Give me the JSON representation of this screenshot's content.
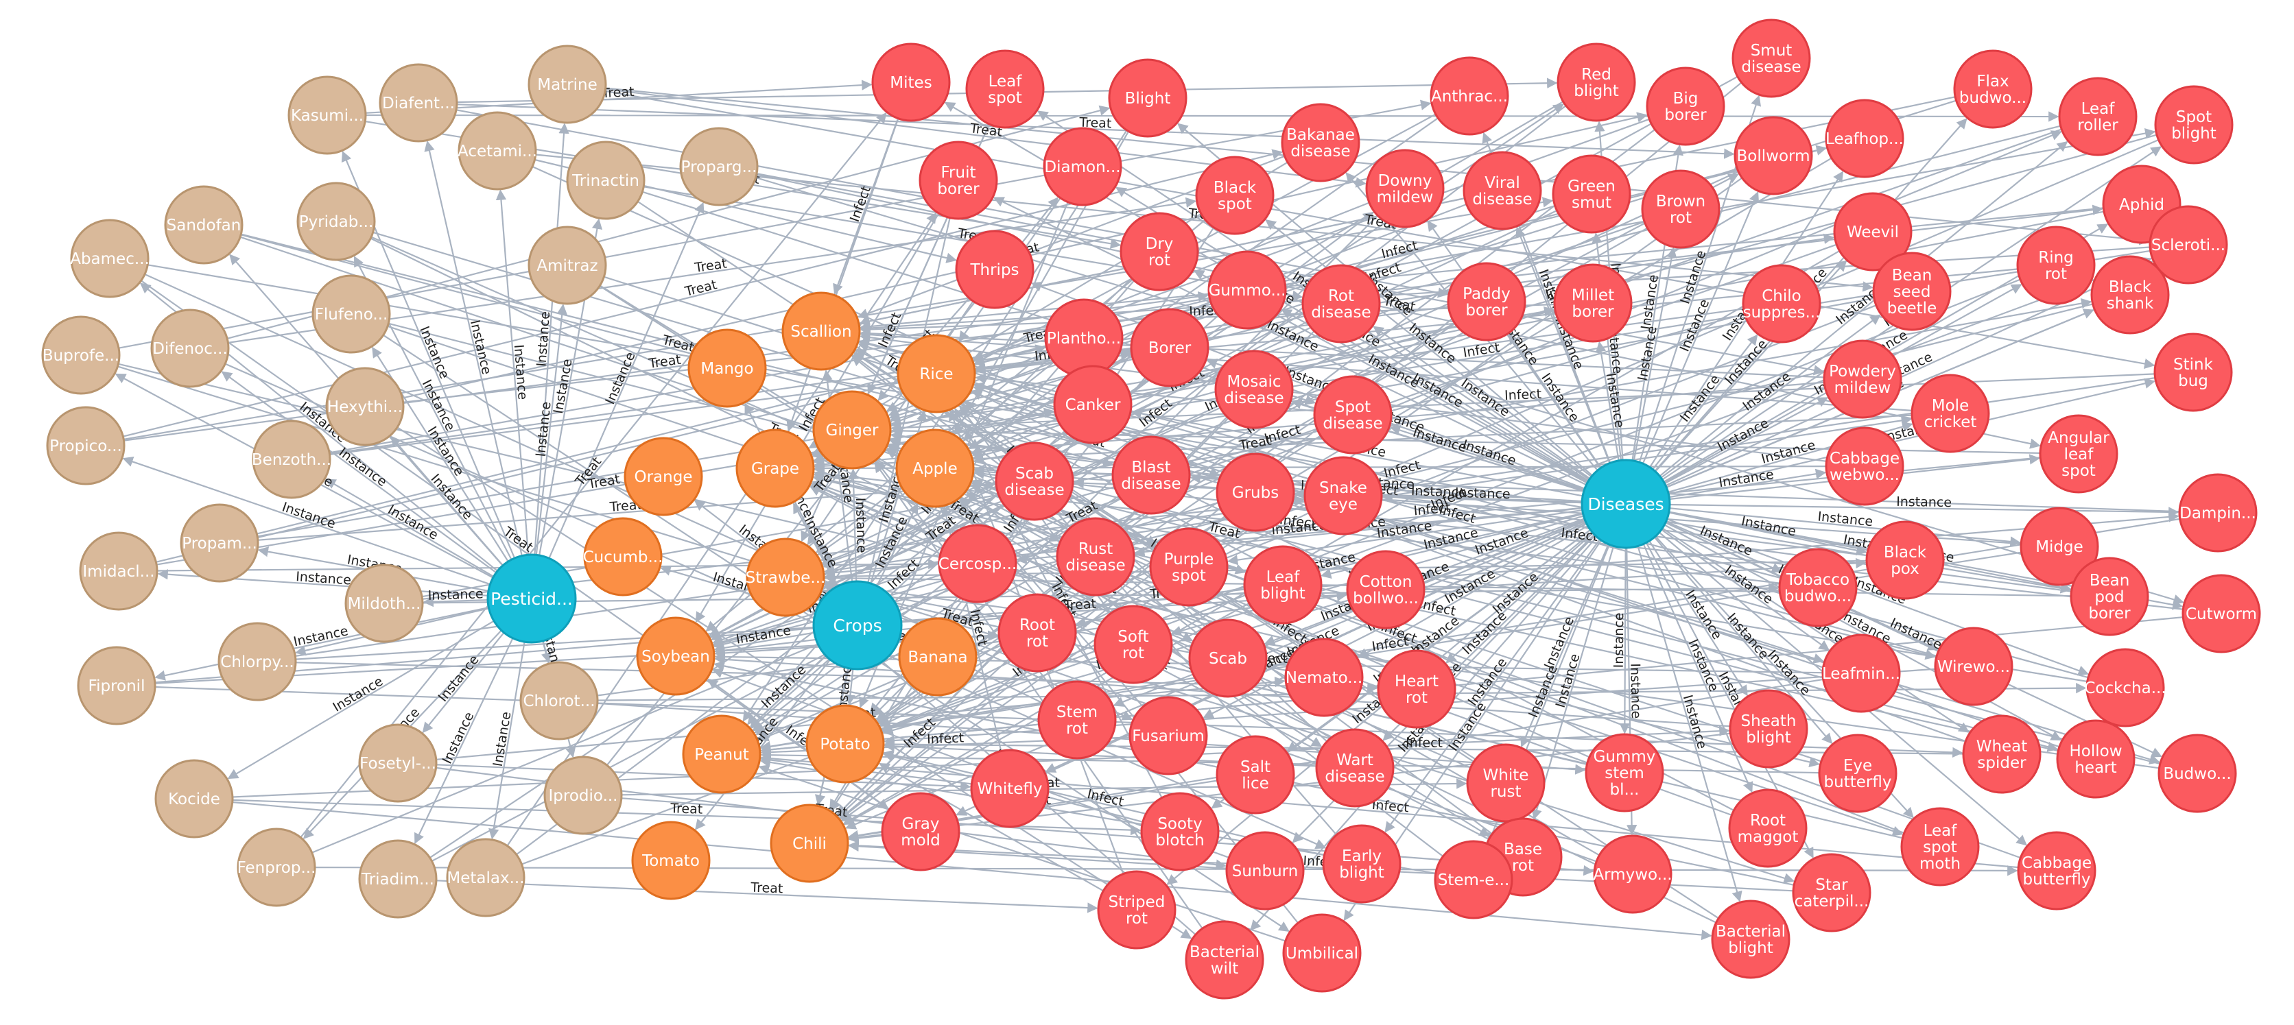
{
  "labels": {
    "instance": "Instance",
    "treat": "Treat",
    "infect": "Infect"
  },
  "colors": {
    "hub": "#17bcd8",
    "hub_stroke": "#0e9fba",
    "pesticide": "#d9b99a",
    "pesticide_stroke": "#b8956f",
    "crop": "#fb8f45",
    "crop_stroke": "#e06e1f",
    "disease": "#fb5a5f",
    "disease_stroke": "#e03c42",
    "edge": "#a9b3c1"
  },
  "hubs": [
    {
      "id": "pesticides",
      "label": "Pesticid..."
    },
    {
      "id": "crops",
      "label": "Crops"
    },
    {
      "id": "diseases",
      "label": "Diseases"
    }
  ],
  "pesticides": [
    "Kasumi...",
    "Diafent...",
    "Matrine",
    "Acetami...",
    "Trinactin",
    "Proparg...",
    "Sandofan",
    "Pyridab...",
    "Abamec...",
    "Amitraz",
    "Flufeno...",
    "Buprofe...",
    "Difenoc...",
    "Hexythi...",
    "Propico...",
    "Benzoth...",
    "Propam...",
    "Imidacl...",
    "Mildoth...",
    "Chlorpy...",
    "Fipronil",
    "Chlorot...",
    "Fosetyl-...",
    "Kocide",
    "Iprodio...",
    "Fenprop...",
    "Triadim...",
    "Metalax..."
  ],
  "crops": [
    "Scallion",
    "Mango",
    "Rice",
    "Ginger",
    "Orange",
    "Grape",
    "Apple",
    "Cucumb...",
    "Strawbe...",
    "Soybean",
    "Banana",
    "Peanut",
    "Potato",
    "Tomato",
    "Chili"
  ],
  "diseases": [
    "Mites",
    "Leaf spot",
    "Blight",
    "Fruit borer",
    "Diamon...",
    "Bakanae disease",
    "Anthrac...",
    "Red blight",
    "Smut disease",
    "Big borer",
    "Flax budwo...",
    "Leaf roller",
    "Spot blight",
    "Black spot",
    "Downy mildew",
    "Viral disease",
    "Green smut",
    "Brown rot",
    "Bollworm",
    "Leafhop...",
    "Aphid",
    "Thrips",
    "Dry rot",
    "Weevil",
    "Ring rot",
    "Scleroti...",
    "Plantho...",
    "Gummo...",
    "Rot disease",
    "Paddy borer",
    "Millet borer",
    "Chilo suppres...",
    "Bean seed beetle",
    "Black shank",
    "Borer",
    "Powdery mildew",
    "Stink bug",
    "Canker",
    "Mosaic disease",
    "Spot disease",
    "Mole cricket",
    "Scab disease",
    "Blast disease",
    "Grubs",
    "Snake eye",
    "Cabbage webwo...",
    "Angular leaf spot",
    "Dampin...",
    "Cercosp...",
    "Rust disease",
    "Purple spot",
    "Black pox",
    "Midge",
    "Leaf blight",
    "Cotton bollwo...",
    "Tobacco budwo...",
    "Bean pod borer",
    "Cutworm",
    "Root rot",
    "Soft rot",
    "Scab",
    "Nemato...",
    "Heart rot",
    "Leafmin...",
    "Wirewo...",
    "Cockcha...",
    "Stem rot",
    "Fusarium",
    "Sheath blight",
    "Wheat spider",
    "Hollow heart",
    "Budwo...",
    "Whitefly",
    "Salt lice",
    "Wart disease",
    "White rust",
    "Gummy stem bl...",
    "Eye butterfly",
    "Gray mold",
    "Sooty blotch",
    "Root maggot",
    "Leaf spot moth",
    "Cabbage butterfly",
    "Sunburn",
    "Early blight",
    "Base rot",
    "Armywo...",
    "Stem-e...",
    "Star caterpil...",
    "Striped rot",
    "Bacterial blight",
    "Bacterial wilt",
    "Umbilical"
  ]
}
